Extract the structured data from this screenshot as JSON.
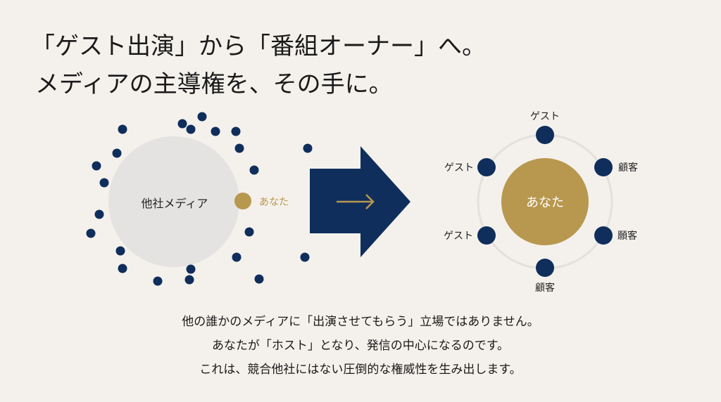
{
  "title": {
    "line1": "「ゲスト出演」から「番組オーナー」へ。",
    "line2": "メディアの主導権を、その手に。"
  },
  "before": {
    "media_label": "他社メディア",
    "you_label": "あなた"
  },
  "after": {
    "center_label": "あなた",
    "nodes": [
      {
        "label": "ゲスト"
      },
      {
        "label": "顧客"
      },
      {
        "label": "願客"
      },
      {
        "label": "顧客"
      },
      {
        "label": "ゲスト"
      },
      {
        "label": "ゲスト"
      }
    ]
  },
  "body": {
    "line1": "他の誰かのメディアに「出演させてもらう」立場ではありません。",
    "line2": "あなたが「ホスト」となり、発信の中心になるのです。",
    "line3": "これは、競合他社にはない圧倒的な権威性を生み出します。"
  },
  "colors": {
    "navy": "#0f2e5c",
    "gold": "#b8974e",
    "grey": "#e4e3e1",
    "background": "#f4f1ec"
  }
}
